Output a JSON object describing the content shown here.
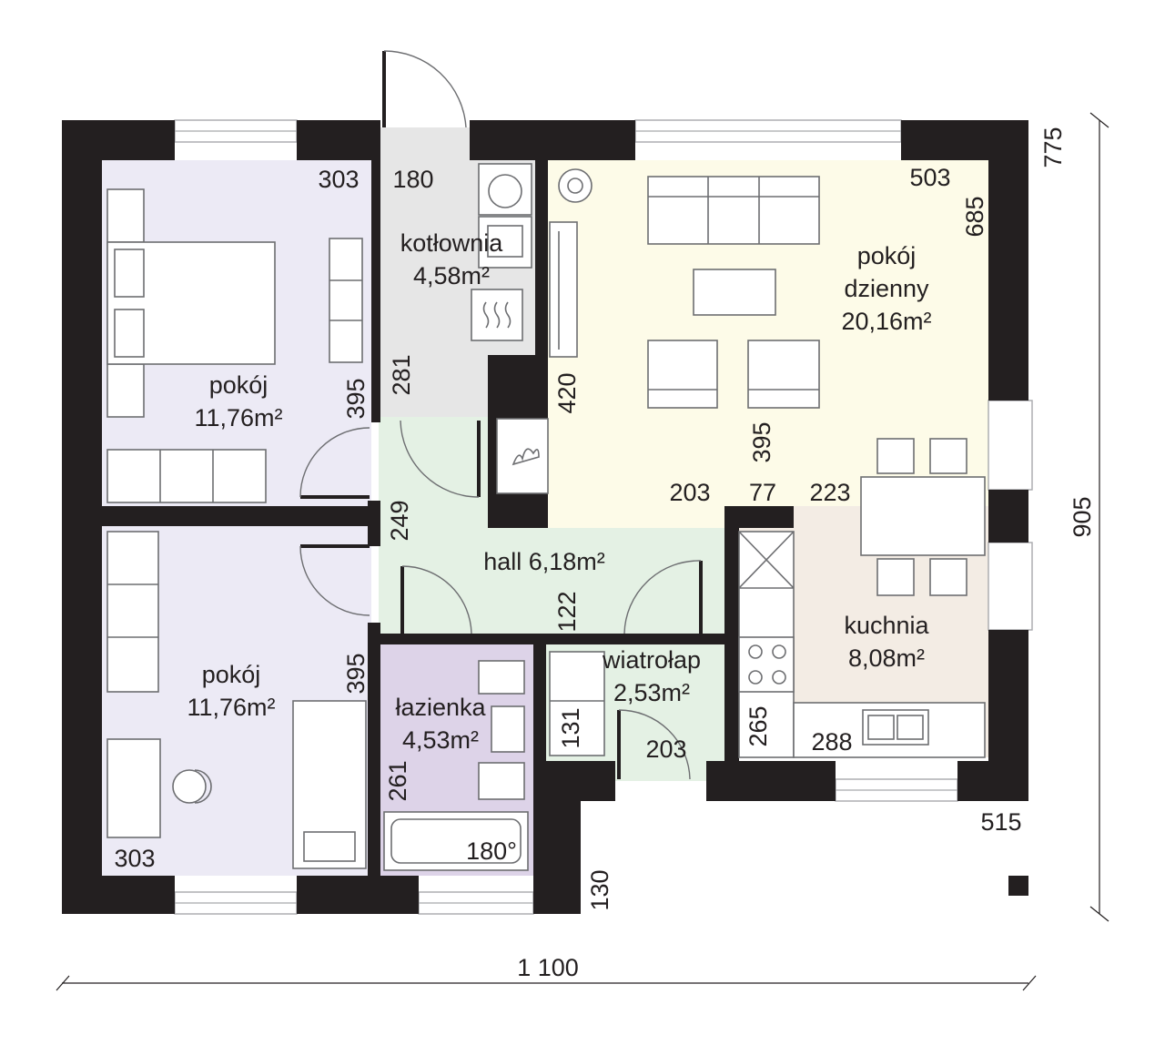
{
  "rooms": {
    "bedroom1": {
      "name": "pokój",
      "area": "11,76m²"
    },
    "bedroom2": {
      "name": "pokój",
      "area": "11,76m²"
    },
    "boiler": {
      "name": "kotłownia",
      "area": "4,58m²"
    },
    "living": {
      "line1": "pokój",
      "line2": "dzienny",
      "area": "20,16m²"
    },
    "hall": {
      "label": "hall 6,18m²"
    },
    "kitchen": {
      "name": "kuchnia",
      "area": "8,08m²"
    },
    "bathroom": {
      "name": "łazienka",
      "area": "4,53m²"
    },
    "vestibule": {
      "name": "wiatrołap",
      "area": "2,53m²"
    }
  },
  "dimensions": {
    "d303_top": "303",
    "d180_top": "180",
    "d503": "503",
    "d685": "685",
    "d775": "775",
    "d395_bed1": "395",
    "d281": "281",
    "d420": "420",
    "d395_living": "395",
    "d203_living": "203",
    "d77": "77",
    "d223": "223",
    "d249": "249",
    "d122": "122",
    "d395_bed2": "395",
    "d131": "131",
    "d203_vest": "203",
    "d261": "261",
    "d265": "265",
    "d288": "288",
    "d180_bath": "180°",
    "d303_bottom": "303",
    "d130": "130",
    "d515": "515",
    "d905": "905",
    "d1100": "1 100"
  },
  "colors": {
    "bedroom": "#eceaf5",
    "boiler": "#e6e6e6",
    "living": "#fdfbe8",
    "hall": "#e4f1e4",
    "kitchen": "#f3ece4",
    "bathroom": "#ddd3e8",
    "vestibule": "#e4f1e4",
    "wall": "#231f20"
  }
}
